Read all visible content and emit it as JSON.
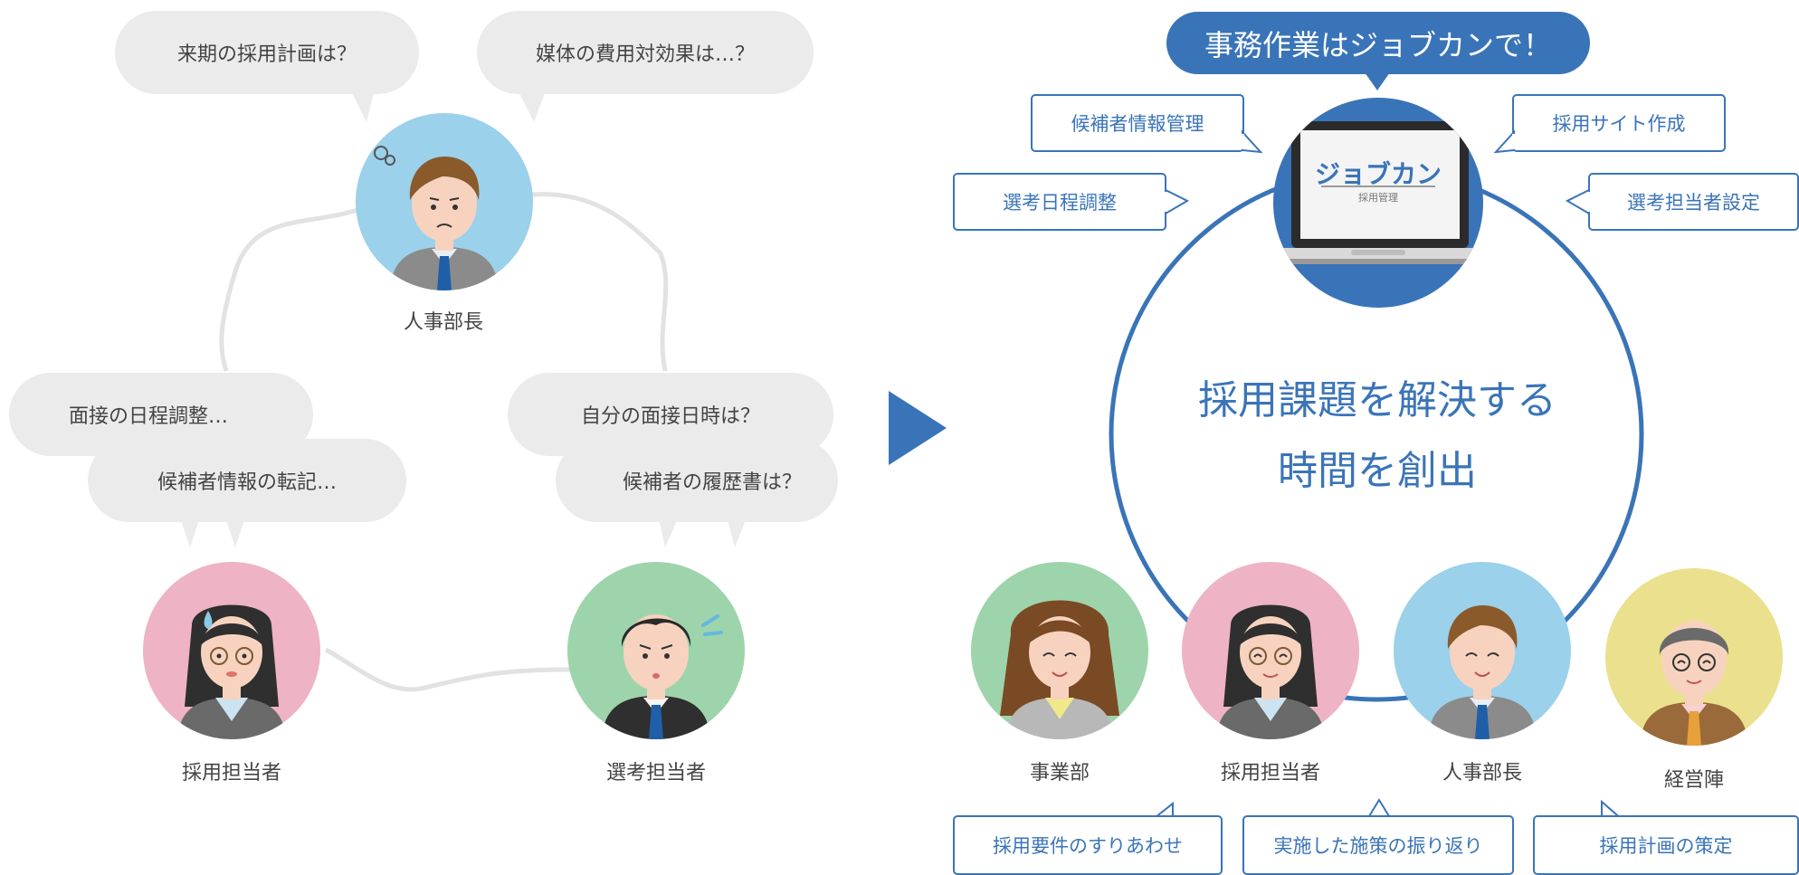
{
  "left_panel": {
    "bubbles": [
      "来期の採用計画は？",
      "媒体の費用対効果は…？",
      "面接の日程調整…",
      "候補者情報の転記…",
      "自分の面接日時は？",
      "候補者の履歴書は？"
    ],
    "people": [
      {
        "label": "人事部長",
        "icon": "hr-manager-worried-avatar",
        "bg": "#9bd1ea"
      },
      {
        "label": "採用担当者",
        "icon": "recruiter-sweating-avatar",
        "bg": "#eeb3c5"
      },
      {
        "label": "選考担当者",
        "icon": "interviewer-stressed-avatar",
        "bg": "#9ed4ab"
      }
    ]
  },
  "right_panel": {
    "headline": "事務作業はジョブカンで！",
    "laptop": {
      "brand": "ジョブカン",
      "sub": "採用管理"
    },
    "center_lines": [
      "採用課題を解決する",
      "時間を創出"
    ],
    "top_features": [
      "候補者情報管理",
      "採用サイト作成",
      "選考日程調整",
      "選考担当者設定"
    ],
    "people": [
      {
        "label": "事業部",
        "icon": "business-dept-avatar",
        "bg": "#9ed4ab"
      },
      {
        "label": "採用担当者",
        "icon": "recruiter-smiling-avatar",
        "bg": "#eeb3c5"
      },
      {
        "label": "人事部長",
        "icon": "hr-manager-smiling-avatar",
        "bg": "#9bd1ea"
      },
      {
        "label": "経営陣",
        "icon": "executive-avatar",
        "bg": "#ebe08d"
      }
    ],
    "bottom_features": [
      "採用要件のすりあわせ",
      "実施した施策の振り返り",
      "採用計画の策定"
    ]
  },
  "colors": {
    "accent": "#3a74b8",
    "bubble": "#ebebeb",
    "text": "#444444"
  },
  "arrow_icon": "play-triangle-icon"
}
